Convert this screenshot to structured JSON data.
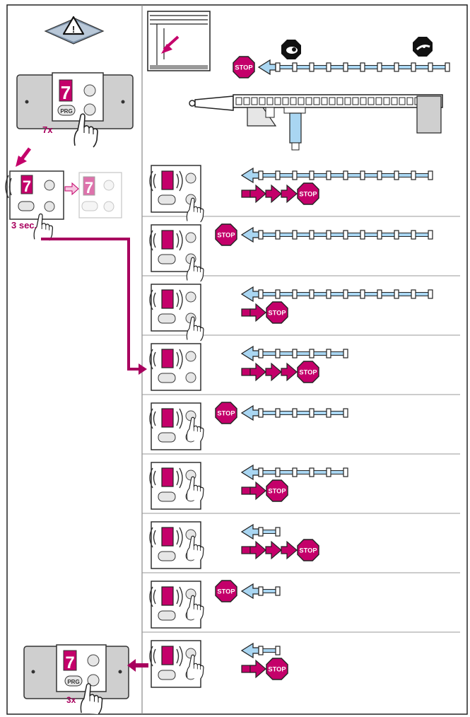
{
  "labels": {
    "press_prg_count": "7x",
    "hold_time": "3 sec.",
    "final_press_count": "3x",
    "stop": "STOP",
    "prg_key": "PRG"
  },
  "panel_digits": {
    "start": "7",
    "hold_before": "7",
    "hold_after": "7",
    "final": "7"
  },
  "colors": {
    "accent_magenta": "#c4006a",
    "arrow_light_blue": "#a9d6f2",
    "outline": "#222222",
    "panel_gray": "#cfcfcf",
    "divider": "#888888"
  },
  "icons": [
    "warning-manual-icon",
    "slow-speed-snail-icon",
    "fast-speed-rabbit-icon",
    "stop-sign-icon",
    "hand-press-icon",
    "garage-door-icon",
    "opener-rail-icon"
  ],
  "steps": [
    {
      "row": 1,
      "blue_segments": 10,
      "pink_segments": 3,
      "stop_side": "right",
      "hand_key": "lower"
    },
    {
      "row": 2,
      "blue_segments": 10,
      "pink_segments": 0,
      "stop_side": "left",
      "hand_key": "lower"
    },
    {
      "row": 3,
      "blue_segments": 10,
      "pink_segments": 1,
      "stop_side": "right",
      "hand_key": "lower"
    },
    {
      "row": 4,
      "blue_segments": 5,
      "pink_segments": 3,
      "stop_side": "right",
      "hand_key": "none"
    },
    {
      "row": 5,
      "blue_segments": 5,
      "pink_segments": 0,
      "stop_side": "left",
      "hand_key": "upper"
    },
    {
      "row": 6,
      "blue_segments": 5,
      "pink_segments": 1,
      "stop_side": "right",
      "hand_key": "upper"
    },
    {
      "row": 7,
      "blue_segments": 1,
      "pink_segments": 3,
      "stop_side": "right",
      "hand_key": "upper"
    },
    {
      "row": 8,
      "blue_segments": 1,
      "pink_segments": 0,
      "stop_side": "left",
      "hand_key": "upper"
    },
    {
      "row": 9,
      "blue_segments": 1,
      "pink_segments": 1,
      "stop_side": "right",
      "hand_key": "upper"
    }
  ]
}
